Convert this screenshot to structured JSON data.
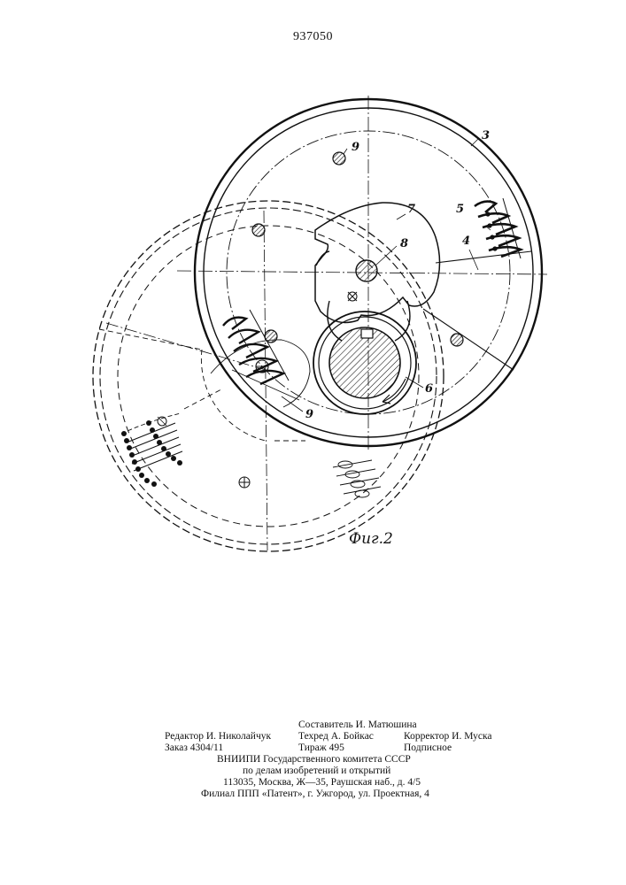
{
  "header": {
    "patent_number": "937050"
  },
  "figure": {
    "caption": "Фиг.2",
    "part_labels": [
      "3",
      "4",
      "5",
      "6",
      "7",
      "8",
      "9",
      "9"
    ]
  },
  "imprint": {
    "compiler": "Составитель И. Матюшина",
    "editor": "Редактор И. Николайчук",
    "techred": "Техред А. Бойкас",
    "corrector": "Корректор И. Муска",
    "order": "Заказ 4304/11",
    "circulation": "Тираж 495",
    "subscription": "Подписное",
    "org_line1": "ВНИИПИ Государственного комитета СССР",
    "org_line2": "по делам изобретений и открытий",
    "address": "113035, Москва, Ж—35, Раушская наб., д. 4/5",
    "branch": "Филиал ППП «Патент», г. Ужгород, ул. Проектная, 4"
  }
}
